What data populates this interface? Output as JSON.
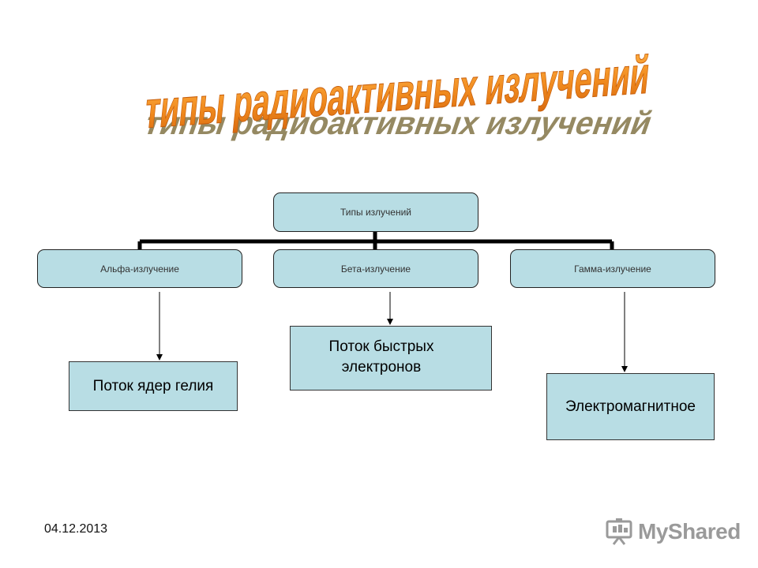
{
  "title": "типы радиоактивных излучений",
  "diagram": {
    "root": "Типы излучений",
    "branches": [
      {
        "label": "Альфа-излучение",
        "result": "Поток ядер гелия"
      },
      {
        "label": "Бета-излучение",
        "result": "Поток быстрых\nэлектронов"
      },
      {
        "label": "Гамма-излучение",
        "result": "Электромагнитное"
      }
    ]
  },
  "footer": {
    "date": "04.12.2013",
    "logo_text": "MyShared"
  },
  "colors": {
    "box_fill": "#b8dde4",
    "title_orange": "#f08a1e",
    "title_shadow": "#8a7d52"
  }
}
